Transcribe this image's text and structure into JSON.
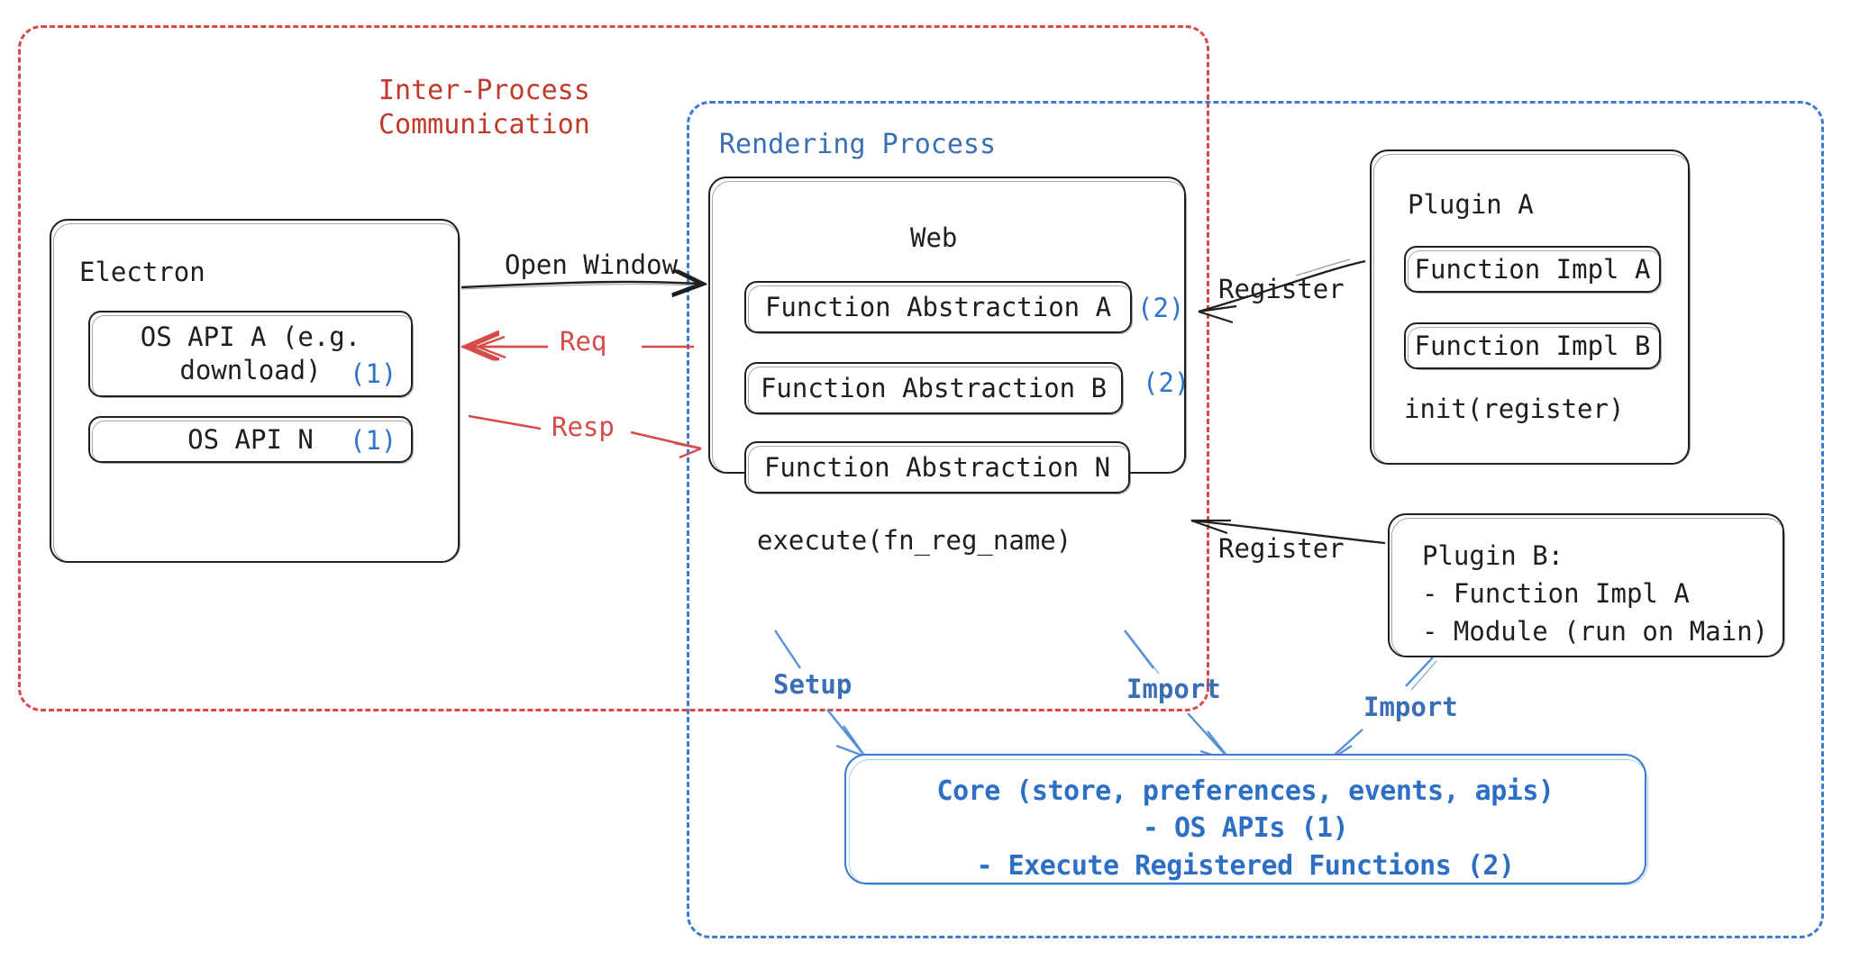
{
  "diagram": {
    "title": "Electron plugin architecture diagram",
    "colors": {
      "ipc_red": "#d64a4a",
      "render_blue": "#3d7bd0",
      "text_blue": "#2e74c8",
      "ink": "#1e1e1e"
    }
  },
  "regions": {
    "ipc": {
      "label": "Inter-Process\nCommunication",
      "style": "dashed",
      "color": "#c0392b"
    },
    "rendering": {
      "label": "Rendering Process",
      "style": "dashed",
      "color": "#3a6fb5"
    }
  },
  "electron": {
    "title": "Electron",
    "apis": [
      {
        "label": "OS API A (e.g.\ndownload)",
        "tag": "(1)"
      },
      {
        "label": "OS API N",
        "tag": "(1)"
      }
    ]
  },
  "web": {
    "title": "Web",
    "abstractions": [
      {
        "label": "Function Abstraction A",
        "tag": "(2)"
      },
      {
        "label": "Function Abstraction B",
        "tag": "(2)"
      },
      {
        "label": "Function Abstraction N",
        "tag": ""
      }
    ],
    "execute": "execute(fn_reg_name)"
  },
  "plugin_a": {
    "title": "Plugin A",
    "impls": [
      "Function Impl A",
      "Function Impl B"
    ],
    "init": "init(register)"
  },
  "plugin_b": {
    "lines": "Plugin B:\n- Function Impl A\n- Module (run on Main)"
  },
  "core": {
    "text": "Core (store, preferences, events, apis)\n- OS APIs (1)\n- Execute Registered Functions (2)"
  },
  "edges": {
    "open_window": "Open Window",
    "req": "Req",
    "resp": "Resp",
    "register_plugin_a": "Register",
    "register_plugin_b": "Register",
    "setup": "Setup",
    "import_web": "Import",
    "import_plugin_b": "Import"
  }
}
